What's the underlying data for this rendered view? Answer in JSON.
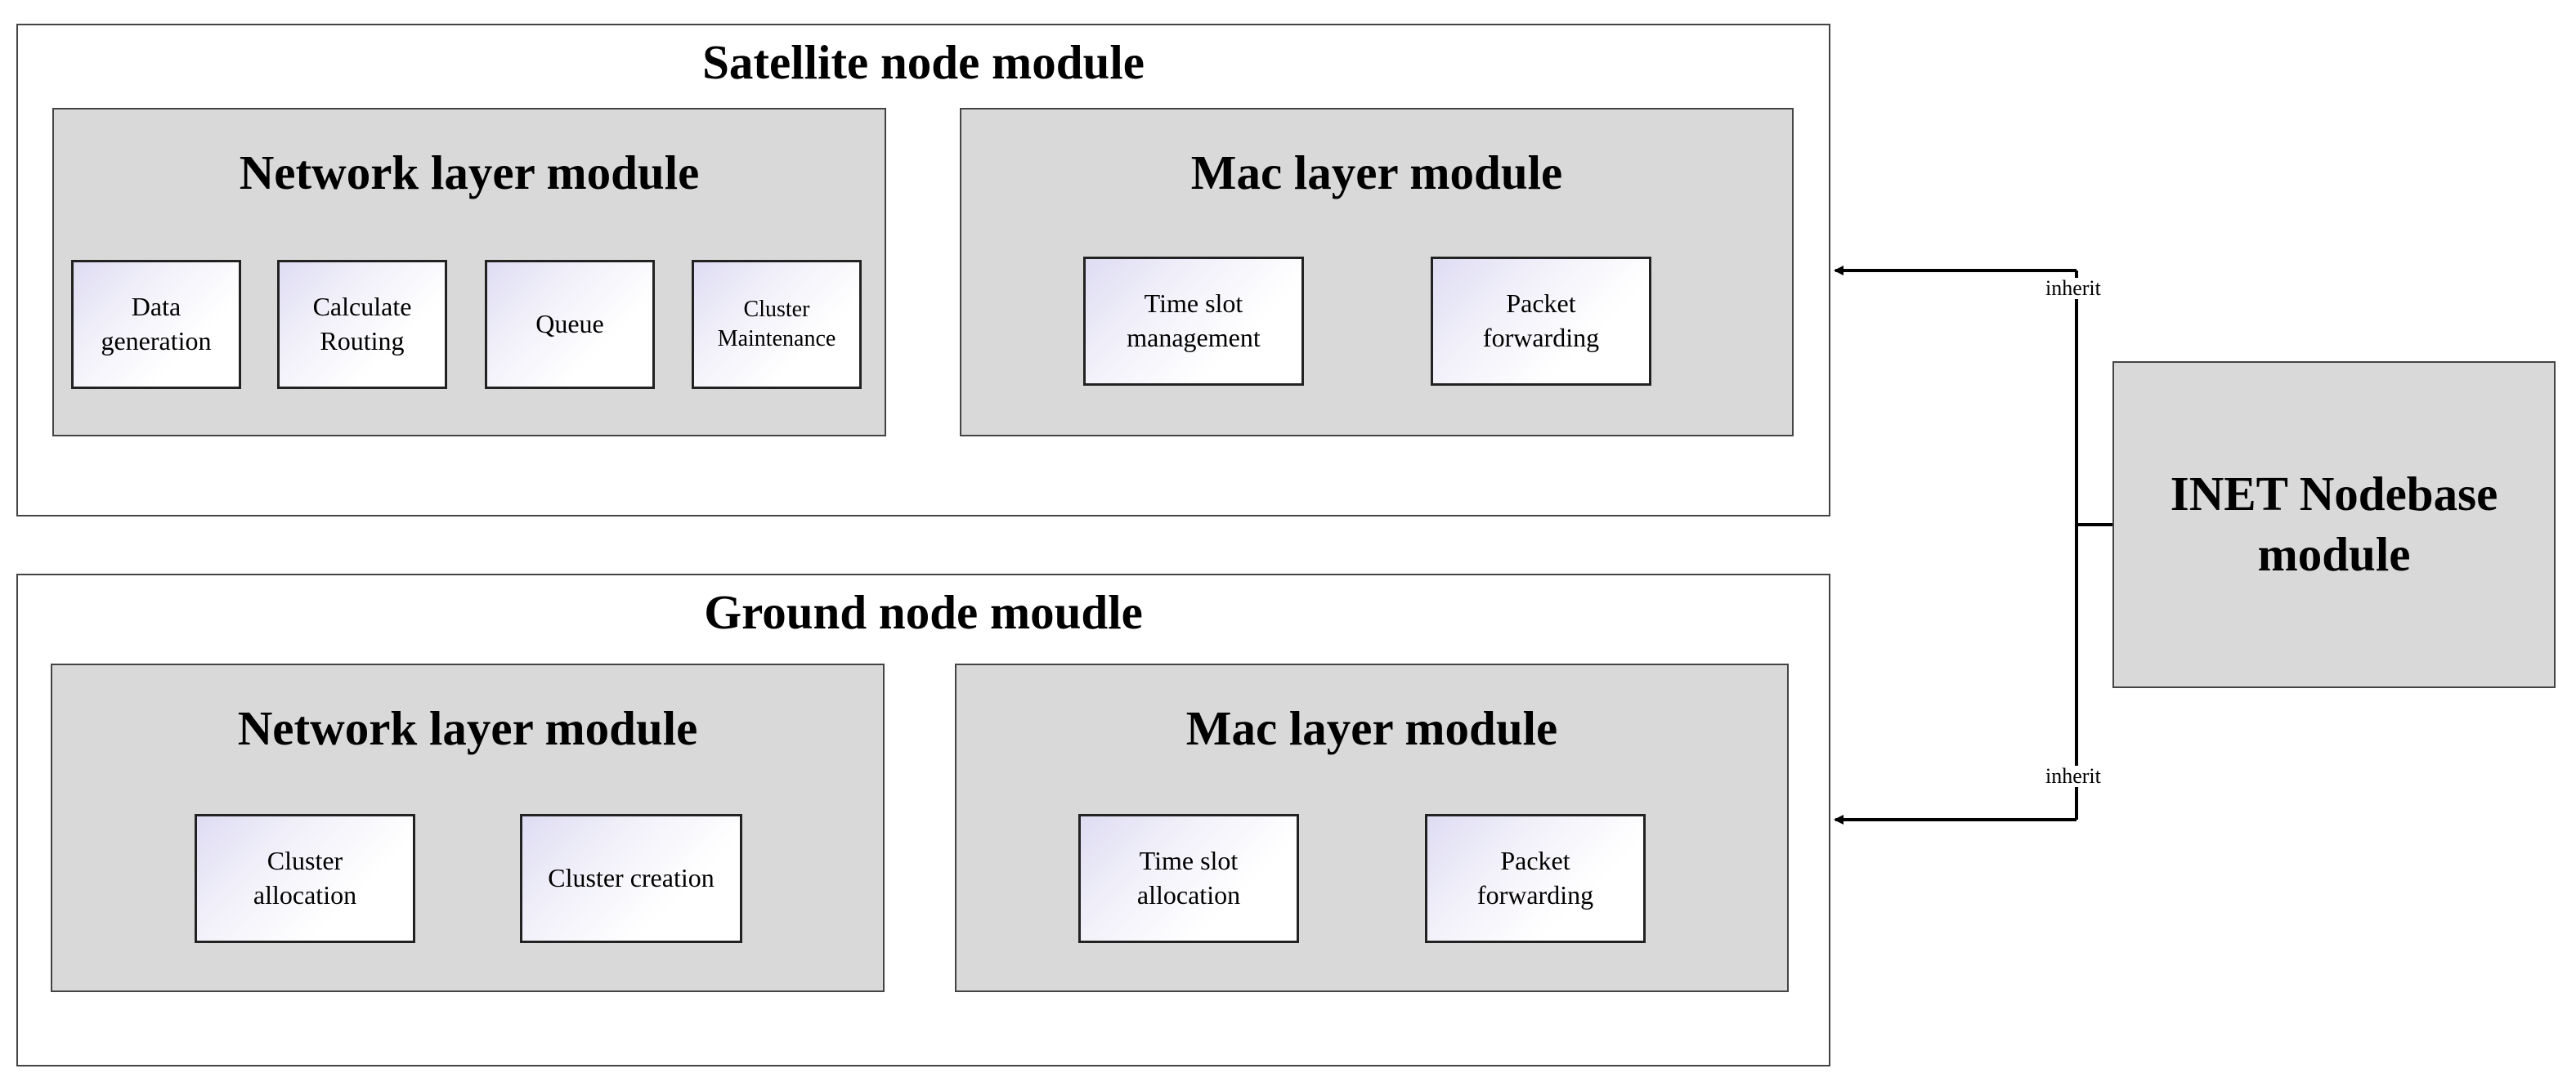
{
  "satellite": {
    "title": "Satellite node module",
    "network": {
      "title": "Network layer module",
      "components": [
        {
          "line1": "Data",
          "line2": "generation"
        },
        {
          "line1": "Calculate",
          "line2": "Routing"
        },
        {
          "line1": "Queue",
          "line2": ""
        },
        {
          "line1": "Cluster",
          "line2": "Maintenance"
        }
      ]
    },
    "mac": {
      "title": "Mac layer module",
      "components": [
        {
          "line1": "Time slot",
          "line2": "management"
        },
        {
          "line1": "Packet",
          "line2": "forwarding"
        }
      ]
    }
  },
  "ground": {
    "title": "Ground node moudle",
    "network": {
      "title": "Network layer module",
      "components": [
        {
          "line1": "Cluster",
          "line2": "allocation"
        },
        {
          "line1": "Cluster creation",
          "line2": ""
        }
      ]
    },
    "mac": {
      "title": "Mac layer module",
      "components": [
        {
          "line1": "Time slot",
          "line2": "allocation"
        },
        {
          "line1": "Packet",
          "line2": "forwarding"
        }
      ]
    }
  },
  "inet": {
    "line1": "INET Nodebase",
    "line2": "module"
  },
  "edges": {
    "top_label": "inherit",
    "bottom_label": "inherit"
  }
}
